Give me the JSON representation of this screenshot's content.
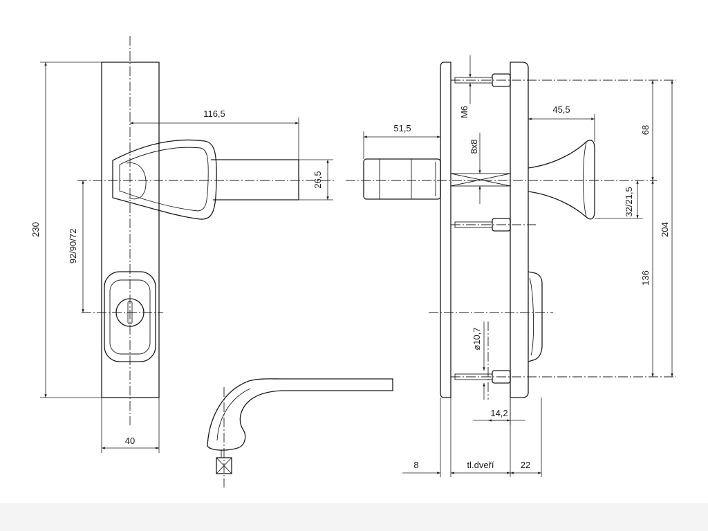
{
  "colors": {
    "line": "#1a1a1a",
    "background": "#ffffff",
    "footer": "#f4f4f4"
  },
  "dimensions": {
    "overall_height": "230",
    "plate_width": "40",
    "handle_length": "116,5",
    "handle_height": "26,5",
    "spacing": "92/90/72",
    "rosette_depth": "51,5",
    "thread": "M6",
    "spindle": "8x8",
    "knob_depth": "45,5",
    "top_offset": "68",
    "knob_offset": "32/21,5",
    "screw_spacing": "204",
    "lower_distance": "136",
    "screw_diameter": "ø10,7",
    "screw_offset": "14,2",
    "outer_thickness": "8",
    "door_thickness": "tl.dveří",
    "inner_thickness": "22"
  }
}
